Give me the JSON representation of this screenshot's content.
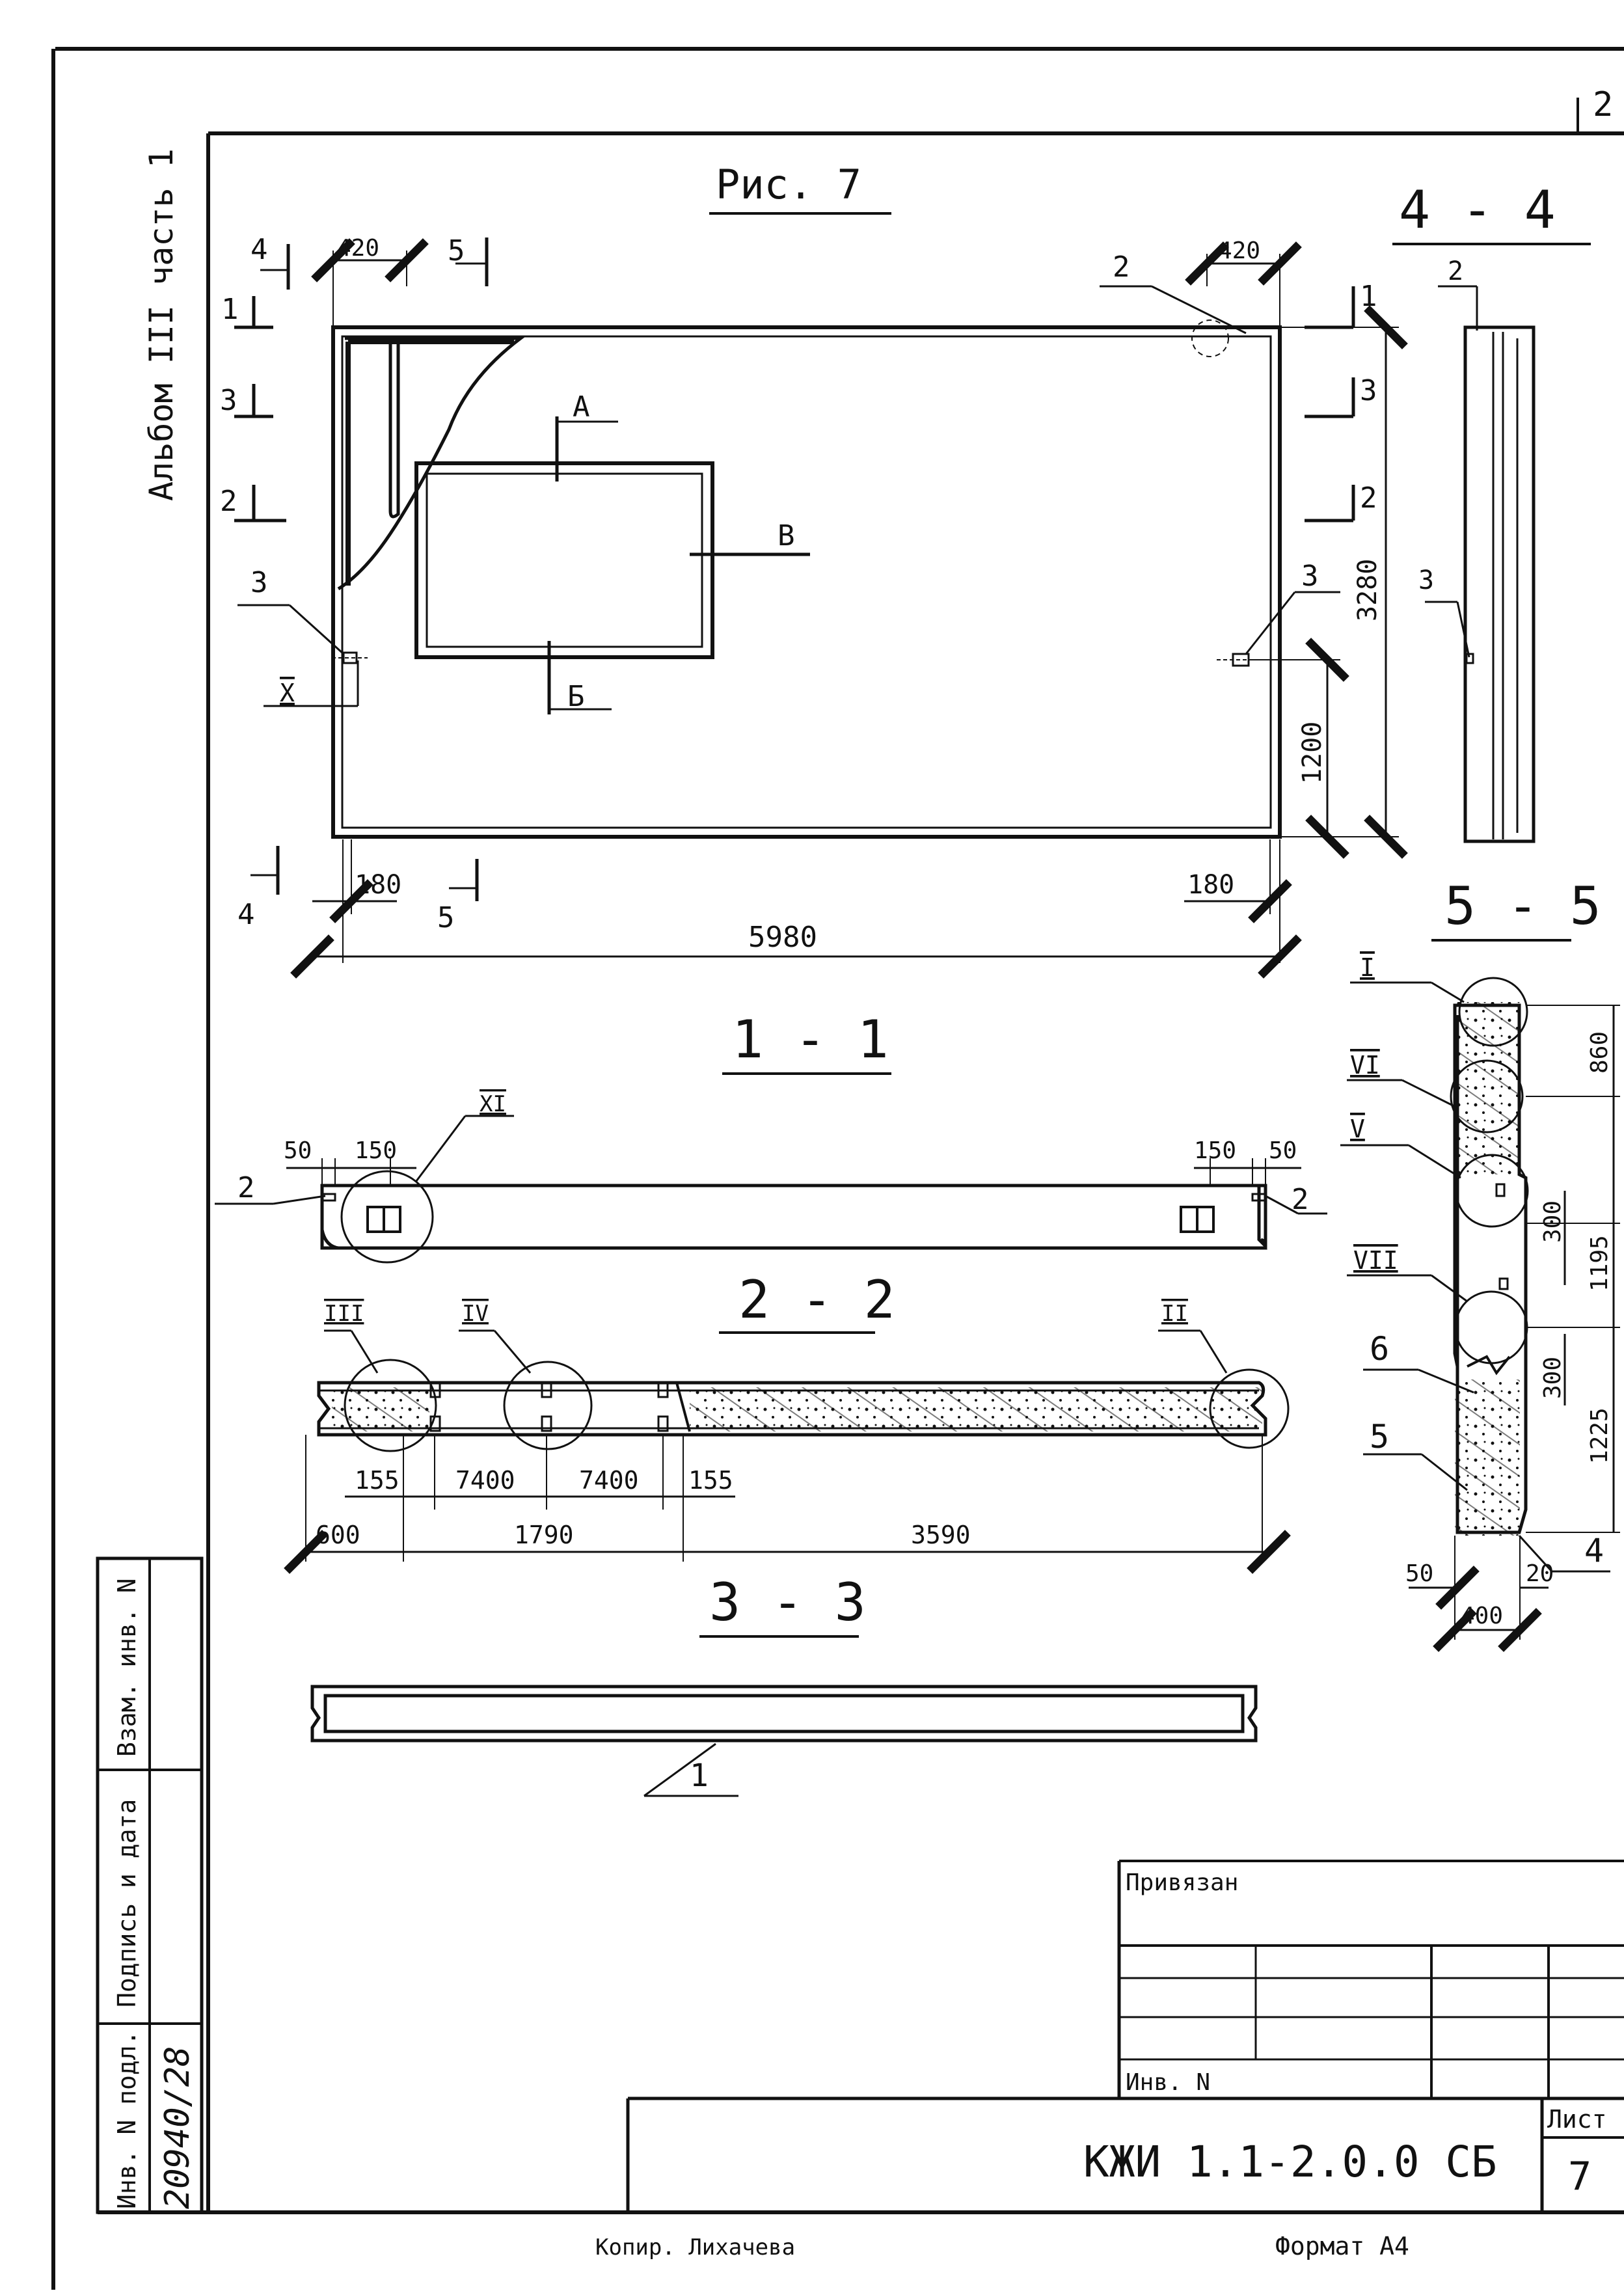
{
  "sheet_top_number": "2",
  "figure_title": "Рис. 7",
  "album_label": "Альбом III часть 1",
  "views": {
    "elevation": {
      "top_left_dim": "420",
      "top_right_dim": "420",
      "height_dim": "3280",
      "lower_height_dim": "1200",
      "bottom_left_dim": "180",
      "bottom_right_dim": "180",
      "total_width_dim": "5980",
      "opening_marks": [
        "А",
        "Б",
        "В"
      ],
      "node_X": "X",
      "markers": {
        "m1": "1",
        "m2": "2",
        "m3": "3",
        "m4": "4",
        "m5": "5"
      }
    },
    "section_1_1": {
      "title": "1 - 1",
      "dim_50_left": "50",
      "dim_150_left": "150",
      "dim_150_right": "150",
      "dim_50_right": "50",
      "node_XI": "XI"
    },
    "section_2_2": {
      "title": "2 - 2",
      "node_III": "III",
      "node_IV": "IV",
      "node_II": "II",
      "dims_row1": [
        "155",
        "7400",
        "7400",
        "155"
      ],
      "dims_row2": [
        "600",
        "1790",
        "3590"
      ]
    },
    "section_3_3": {
      "title": "3 - 3",
      "callout": "1"
    },
    "section_4_4": {
      "title": "4 - 4",
      "callout_2": "2",
      "callout_3": "3"
    },
    "section_5_5": {
      "title": "5 - 5",
      "nodes": [
        "I",
        "VI",
        "V",
        "VII"
      ],
      "callouts": [
        "6",
        "5",
        "4"
      ],
      "dims_vertical": [
        "860",
        "300",
        "1195",
        "300",
        "1225"
      ],
      "dims_bottom": [
        "50",
        "20",
        "400"
      ]
    }
  },
  "title_block": {
    "linked_label": "Привязан",
    "inv_no_label": "Инв. N",
    "doc_code": "КЖИ 1.1-2.0.0 СБ",
    "sheet_label": "Лист",
    "sheet_number": "7"
  },
  "side_stamp": {
    "inv_podl": "Инв. N подл.",
    "podpis_data": "Подпись и дата",
    "vzam_inv": "Взам. инв. N",
    "handwritten_number": "20940/28"
  },
  "footer": {
    "copied_by": "Копир. Лихачева",
    "format": "Формат А4"
  }
}
